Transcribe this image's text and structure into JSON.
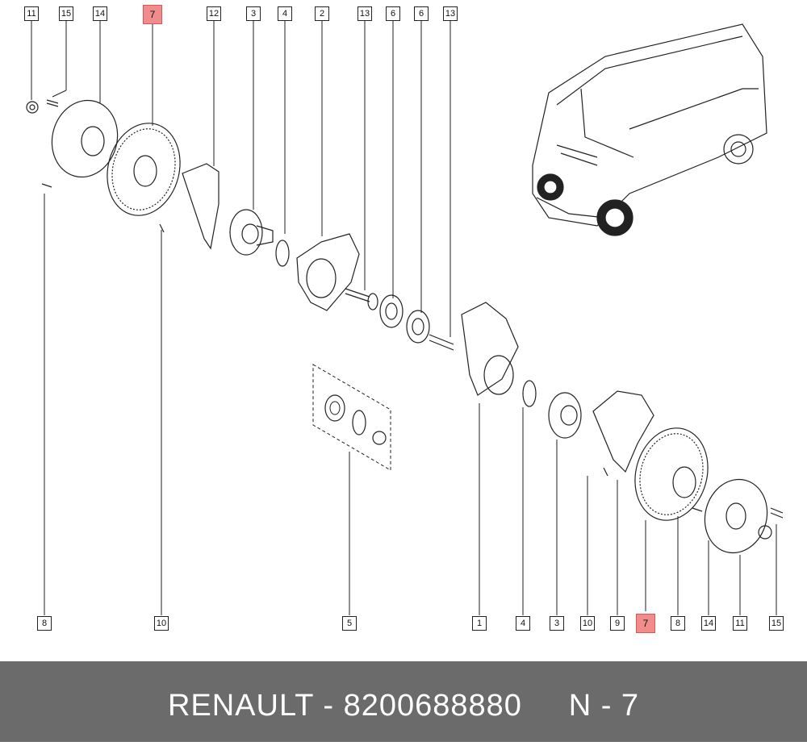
{
  "callouts_top": [
    "11",
    "15",
    "14",
    "7",
    "12",
    "3",
    "4",
    "2",
    "13",
    "6",
    "6",
    "13"
  ],
  "callouts_bottom": [
    "8",
    "10",
    "5",
    "1",
    "4",
    "3",
    "10",
    "9",
    "7",
    "8",
    "14",
    "11",
    "15"
  ],
  "highlight_color": "#f08c8c",
  "footer": {
    "brand": "RENAULT",
    "part_number": "8200688880",
    "reference": "N - 7",
    "text": "RENAULT - 8200688880     N - 7",
    "background": "#6b6b6b"
  }
}
